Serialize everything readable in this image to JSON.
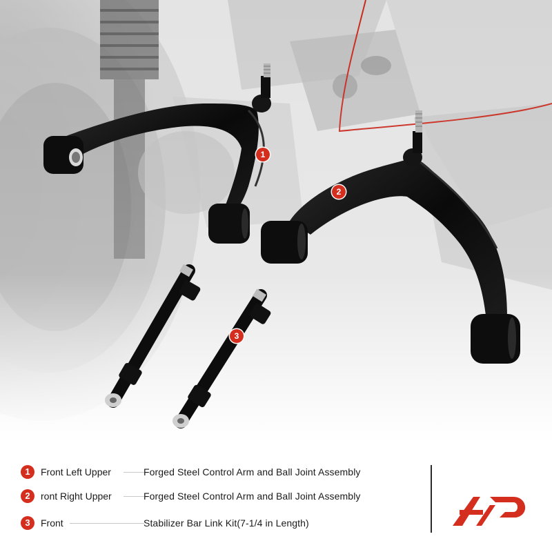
{
  "callouts": [
    "1",
    "2",
    "3"
  ],
  "items": [
    {
      "num": "1",
      "position": "Front Left Upper",
      "description": "Forged Steel Control Arm and Ball Joint Assembly"
    },
    {
      "num": "2",
      "position": "ront Right Upper",
      "description": "Forged Steel Control Arm and Ball Joint Assembly"
    },
    {
      "num": "3",
      "position": "Front",
      "description": "Stabilizer Bar Link Kit(7-1/4 in Length)"
    }
  ],
  "colors": {
    "accent": "#d42e1f",
    "part": "#111111",
    "background_photo": "#d8d8d8"
  },
  "logo_icon": "a-premium-logo"
}
